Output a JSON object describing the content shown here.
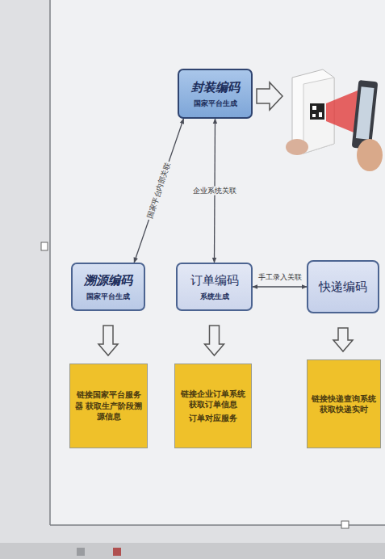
{
  "diagram": {
    "nodes": [
      {
        "text": [
          "封装编码",
          "国家平台生成"
        ]
      },
      {
        "text": [
          "溯源编码",
          "国家平台生成"
        ]
      },
      {
        "text": [
          "订单编码",
          "系统生成"
        ]
      },
      {
        "text": [
          "快递编码"
        ]
      },
      {
        "text": [
          "链接国家平台服务器 获取生产阶段溯源信息"
        ]
      },
      {
        "text": [
          "链接企业订单系统获取订单信息",
          "订单对应服务"
        ]
      },
      {
        "text": [
          "链接快递查询系统 获取快递实时"
        ]
      }
    ],
    "edges": [
      {
        "from": 0,
        "to": 1,
        "label": "国家平台内部关联",
        "arrow": "both"
      },
      {
        "from": 0,
        "to": 2,
        "label": "企业系统关联",
        "arrow": "both"
      },
      {
        "from": 2,
        "to": 3,
        "label": "手工录入关联",
        "arrow": "both"
      },
      {
        "from": 1,
        "to": 4,
        "arrow": "to"
      },
      {
        "from": 2,
        "to": 5,
        "arrow": "to"
      },
      {
        "from": 3,
        "to": 6,
        "arrow": "to"
      }
    ]
  }
}
